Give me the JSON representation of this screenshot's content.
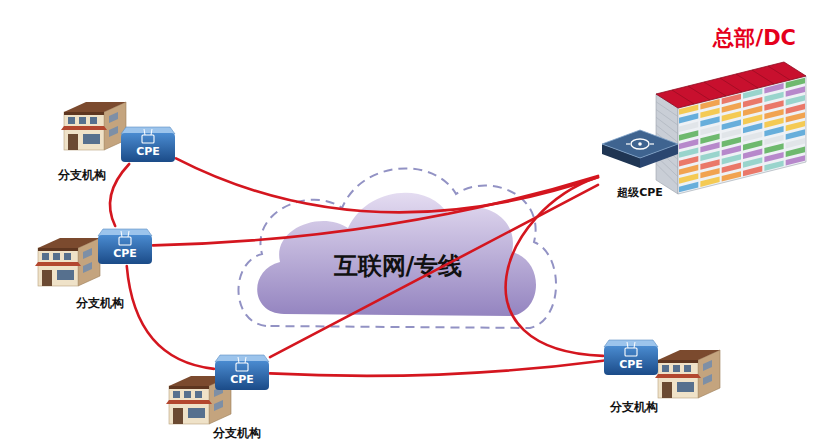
{
  "diagram": {
    "nodes": [
      {
        "text": [
          "总部/DC"
        ]
      },
      {
        "text": [
          "分支机构"
        ]
      },
      {
        "text": [
          "CPE"
        ]
      },
      {
        "text": [
          "超级CPE"
        ]
      },
      {
        "text": [
          "分支机构"
        ]
      },
      {
        "text": [
          "CPE"
        ]
      },
      {
        "text": [
          "互联网/专线"
        ]
      },
      {
        "text": [
          "CPE"
        ]
      },
      {
        "text": [
          "分支机构"
        ]
      },
      {
        "text": [
          "CPE"
        ]
      },
      {
        "text": [
          "分支机构"
        ]
      }
    ],
    "edges": [
      {
        "from": 2,
        "to": 3,
        "arrow": "none"
      },
      {
        "from": 5,
        "to": 3,
        "arrow": "none"
      },
      {
        "from": 9,
        "to": 3,
        "arrow": "none"
      },
      {
        "from": 7,
        "to": 3,
        "arrow": "none"
      },
      {
        "from": 2,
        "to": 5,
        "arrow": "none"
      },
      {
        "from": 5,
        "to": 9,
        "arrow": "none"
      },
      {
        "from": 9,
        "to": 7,
        "arrow": "none"
      }
    ]
  }
}
